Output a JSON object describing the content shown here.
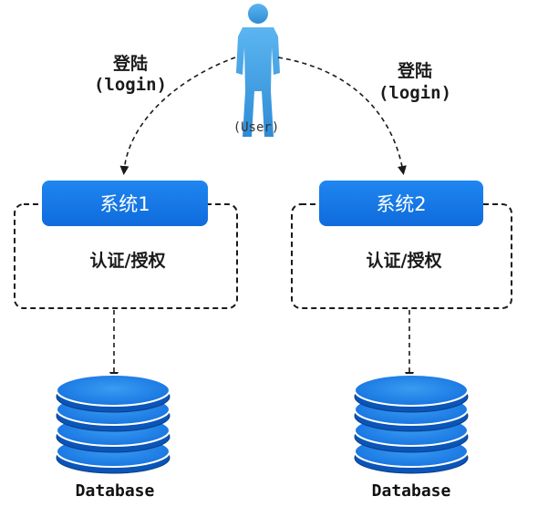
{
  "user": {
    "label": "(User)",
    "icon": "user-icon"
  },
  "logins": [
    {
      "label": "登陆",
      "sub": "(login)"
    },
    {
      "label": "登陆",
      "sub": "(login)"
    }
  ],
  "systems": [
    {
      "title": "系统1",
      "body": "认证/授权",
      "db_label": "Database"
    },
    {
      "title": "系统2",
      "body": "认证/授权",
      "db_label": "Database"
    }
  ],
  "colors": {
    "accent": "#1677e8",
    "user": "#4aa3e0",
    "db_top": "#2f8fe6",
    "db_edge": "#0b55b8",
    "dashed": "#1a1a1a"
  }
}
